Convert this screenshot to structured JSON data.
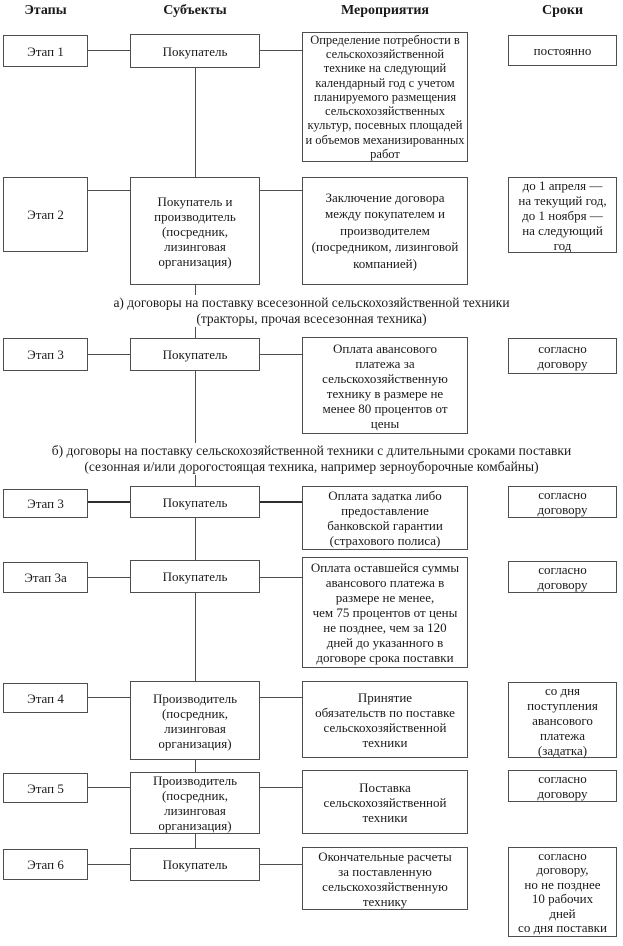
{
  "headers": {
    "stages": "Этапы",
    "subjects": "Субъекты",
    "activities": "Мероприятия",
    "terms": "Сроки"
  },
  "section_labels": {
    "a": "а) договоры на поставку всесезонной сельскохозяйственной техники\n(тракторы, прочая всесезонная техника)",
    "b": "б) договоры на поставку сельскохозяйственной техники с длительными сроками поставки\n(сезонная и/или дорогостоящая техника, например зерноуборочные комбайны)"
  },
  "rows": [
    {
      "stage": "Этап 1",
      "subject": "Покупатель",
      "activity": "Определение потребности в\nсельскохозяйственной\nтехнике на следующий\nкалендарный год с учетом\nпланируемого размещения\nсельскохозяйственных\nкультур, посевных площадей\nи объемов механизированных\nработ",
      "term": "постоянно"
    },
    {
      "stage": "Этап 2",
      "subject": "Покупатель и\nпроизводитель\n(посредник,\nлизинговая\nорганизация)",
      "activity": "Заключение договора\nмежду покупателем и\nпроизводителем\n(посредником, лизинговой\nкомпанией)",
      "term": "до 1 апреля —\nна текущий год,\nдо 1 ноября —\nна следующий\nгод"
    },
    {
      "stage": "Этап 3",
      "subject": "Покупатель",
      "activity": "Оплата авансового\nплатежа за\nсельскохозяйственную\nтехнику в размере не\nменее 80 процентов от\nцены",
      "term": "согласно\nдоговору"
    },
    {
      "stage": "Этап 3",
      "subject": "Покупатель",
      "activity": "Оплата задатка либо\nпредоставление\nбанковской гарантии\n(страхового полиса)",
      "term": "согласно\nдоговору"
    },
    {
      "stage": "Этап 3а",
      "subject": "Покупатель",
      "activity": "Оплата оставшейся суммы\nавансового платежа в\nразмере не менее,\nчем 75 процентов от цены\nне позднее, чем за 120\nдней до указанного в\nдоговоре срока поставки",
      "term": "согласно\nдоговору"
    },
    {
      "stage": "Этап 4",
      "subject": "Производитель\n(посредник,\nлизинговая\nорганизация)",
      "activity": "Принятие\nобязательств по поставке\nсельскохозяйственной\nтехники",
      "term": "со дня\nпоступления\nавансового\nплатежа\n(задатка)"
    },
    {
      "stage": "Этап 5",
      "subject": "Производитель\n(посредник,\nлизинговая\nорганизация)",
      "activity": "Поставка\nсельскохозяйственной\nтехники",
      "term": "согласно\nдоговору"
    },
    {
      "stage": "Этап 6",
      "subject": "Покупатель",
      "activity": "Окончательные расчеты\nза поставленную\nсельскохозяйственную\nтехнику",
      "term": "согласно\nдоговору,\nно не позднее\n10 рабочих\nдней\nсо дня поставки"
    }
  ],
  "colors": {
    "line": "#4e4e4e",
    "text": "#1a1a1a",
    "background": "#ffffff"
  }
}
